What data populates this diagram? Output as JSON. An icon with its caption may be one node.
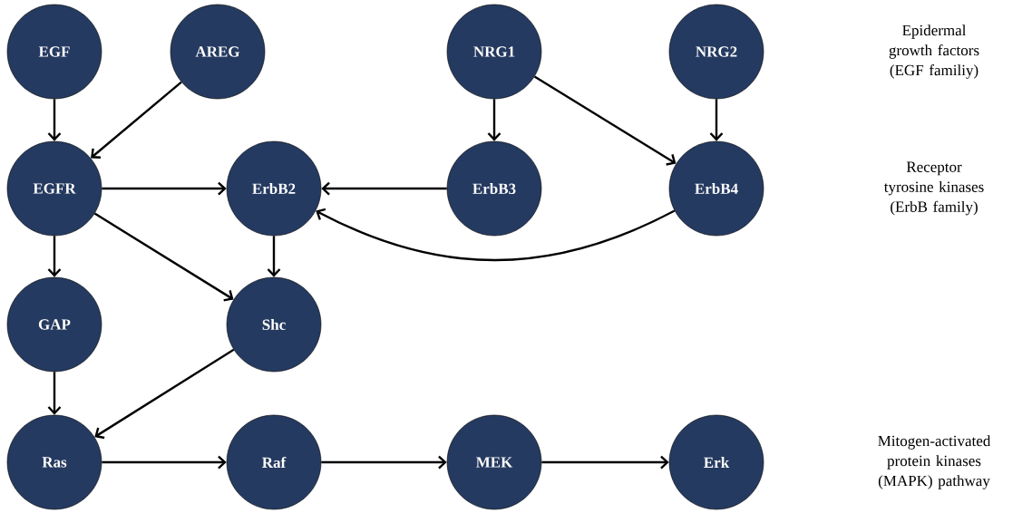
{
  "diagram": {
    "nodes": [
      {
        "text": [
          "EGF"
        ]
      },
      {
        "text": [
          "AREG"
        ]
      },
      {
        "text": [
          "NRG1"
        ]
      },
      {
        "text": [
          "NRG2"
        ]
      },
      {
        "text": [
          "EGFR"
        ]
      },
      {
        "text": [
          "ErbB2"
        ]
      },
      {
        "text": [
          "ErbB3"
        ]
      },
      {
        "text": [
          "ErbB4"
        ]
      },
      {
        "text": [
          "GAP"
        ]
      },
      {
        "text": [
          "Shc"
        ]
      },
      {
        "text": [
          "Ras"
        ]
      },
      {
        "text": [
          "Raf"
        ]
      },
      {
        "text": [
          "MEK"
        ]
      },
      {
        "text": [
          "Erk"
        ]
      }
    ],
    "edges": [
      {
        "from": 0,
        "to": 4,
        "arrow": "to"
      },
      {
        "from": 1,
        "to": 4,
        "arrow": "to"
      },
      {
        "from": 2,
        "to": 6,
        "arrow": "to"
      },
      {
        "from": 2,
        "to": 7,
        "arrow": "to"
      },
      {
        "from": 3,
        "to": 7,
        "arrow": "to"
      },
      {
        "from": 4,
        "to": 5,
        "arrow": "to"
      },
      {
        "from": 6,
        "to": 5,
        "arrow": "to"
      },
      {
        "from": 7,
        "to": 5,
        "arrow": "to"
      },
      {
        "from": 4,
        "to": 8,
        "arrow": "to"
      },
      {
        "from": 4,
        "to": 9,
        "arrow": "to"
      },
      {
        "from": 5,
        "to": 9,
        "arrow": "to"
      },
      {
        "from": 8,
        "to": 10,
        "arrow": "to"
      },
      {
        "from": 9,
        "to": 10,
        "arrow": "to"
      },
      {
        "from": 10,
        "to": 11,
        "arrow": "to"
      },
      {
        "from": 11,
        "to": 12,
        "arrow": "to"
      },
      {
        "from": 12,
        "to": 13,
        "arrow": "to"
      }
    ],
    "labels": [
      "Epidermal growth factors (EGF familiy)",
      "Receptor tyrosine kinases (ErbB family)",
      "Mitogen-activated protein kinases (MAPK) pathway"
    ]
  }
}
